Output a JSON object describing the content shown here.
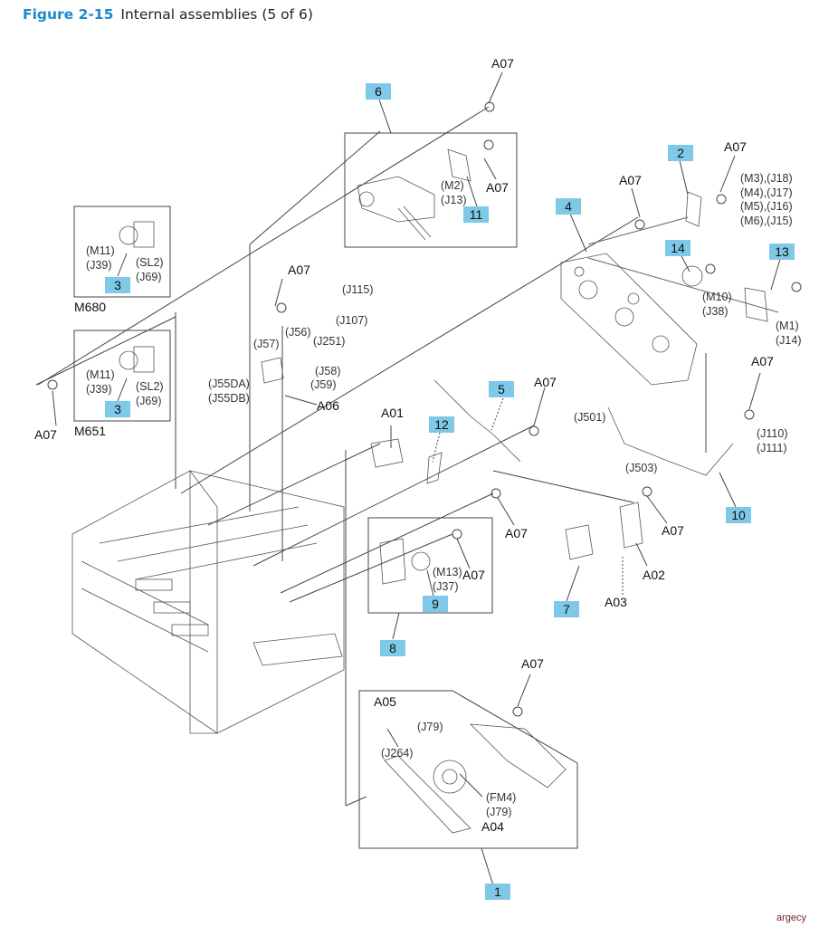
{
  "figure": {
    "number_label": "Figure 2-15",
    "caption": "Internal assemblies (5 of 6)"
  },
  "callouts": [
    {
      "id": "1"
    },
    {
      "id": "2"
    },
    {
      "id": "3a",
      "text": "3"
    },
    {
      "id": "3b",
      "text": "3"
    },
    {
      "id": "4"
    },
    {
      "id": "5"
    },
    {
      "id": "6"
    },
    {
      "id": "7"
    },
    {
      "id": "8"
    },
    {
      "id": "9"
    },
    {
      "id": "10"
    },
    {
      "id": "11"
    },
    {
      "id": "12"
    },
    {
      "id": "13"
    },
    {
      "id": "14"
    }
  ],
  "callout_text": {
    "c1": "1",
    "c2": "2",
    "c3a": "3",
    "c3b": "3",
    "c4": "4",
    "c5": "5",
    "c6": "6",
    "c7": "7",
    "c8": "8",
    "c9": "9",
    "c10": "10",
    "c11": "11",
    "c12": "12",
    "c13": "13",
    "c14": "14"
  },
  "part_labels": {
    "a07_top": "A07",
    "a07_box6": "A07",
    "a07_asm4_left": "A07",
    "a07_asm2": "A07",
    "a07_left": "A07",
    "a07_mid": "A07",
    "a07_box8": "A07",
    "a07_center": "A07",
    "a07_a02": "A07",
    "a07_harness10": "A07",
    "a07_sensor": "A07",
    "a07_fan": "A07",
    "a01": "A01",
    "a02": "A02",
    "a03": "A03",
    "a04": "A04",
    "a05": "A05",
    "a06": "A06"
  },
  "model_labels": {
    "m680": "M680",
    "m651": "M651"
  },
  "references": {
    "box6": "(M2)\n(J13)",
    "box3a_left": "(M11)\n(J39)",
    "box3a_right": "(SL2)\n(J69)",
    "box3b_left": "(M11)\n(J39)",
    "box3b_right": "(SL2)\n(J69)",
    "asm2": "(M3),(J18)\n(M4),(J17)\n(M5),(J16)\n(M6),(J15)",
    "asm14": "(M10)\n(J38)",
    "asm13": "(M1)\n(J14)",
    "j115": "(J115)",
    "j107": "(J107)",
    "j56": "(J56)",
    "j57": "(J57)",
    "j251": "(J251)",
    "j58": "(J58)",
    "j59": "(J59)",
    "j55": "(J55DA)\n(J55DB)",
    "j501": "(J501)",
    "j503": "(J503)",
    "j110": "(J110)\n(J111)",
    "box9": "(M13)\n(J37)",
    "j79": "(J79)",
    "j264": "(J264)",
    "fm4": "(FM4)\n(J79)"
  },
  "watermark": "argecy"
}
